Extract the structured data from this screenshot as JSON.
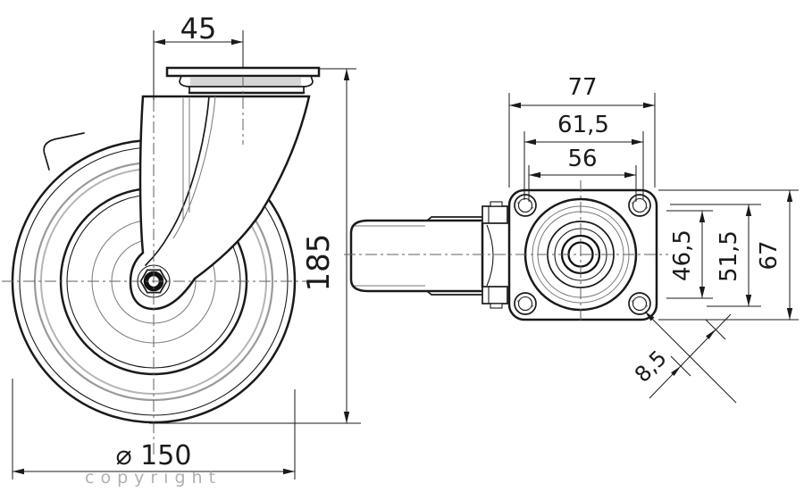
{
  "drawing": {
    "description": "Two-view dimensioned technical drawing of a swivel caster with plate fitting",
    "watermark": "copyright",
    "side_view": {
      "dims": {
        "swivel_offset": "45",
        "total_height": "185",
        "wheel_diameter": "⌀ 150"
      }
    },
    "top_view": {
      "dims": {
        "plate_length": "77",
        "bolt_spacing_long_max": "61,5",
        "bolt_spacing_long_min": "56",
        "bolt_spacing_short_min": "46,5",
        "bolt_spacing_short_max": "51,5",
        "plate_width": "67",
        "bolt_hole_diameter": "8,5"
      }
    }
  },
  "colors": {
    "line": "#1a1a1a",
    "centerline": "#5f5f5f",
    "tread": "#9a9a9a",
    "tread2": "#b5b5b5",
    "fill": "#d6d6d6",
    "watermark": "#8f8f8f"
  }
}
